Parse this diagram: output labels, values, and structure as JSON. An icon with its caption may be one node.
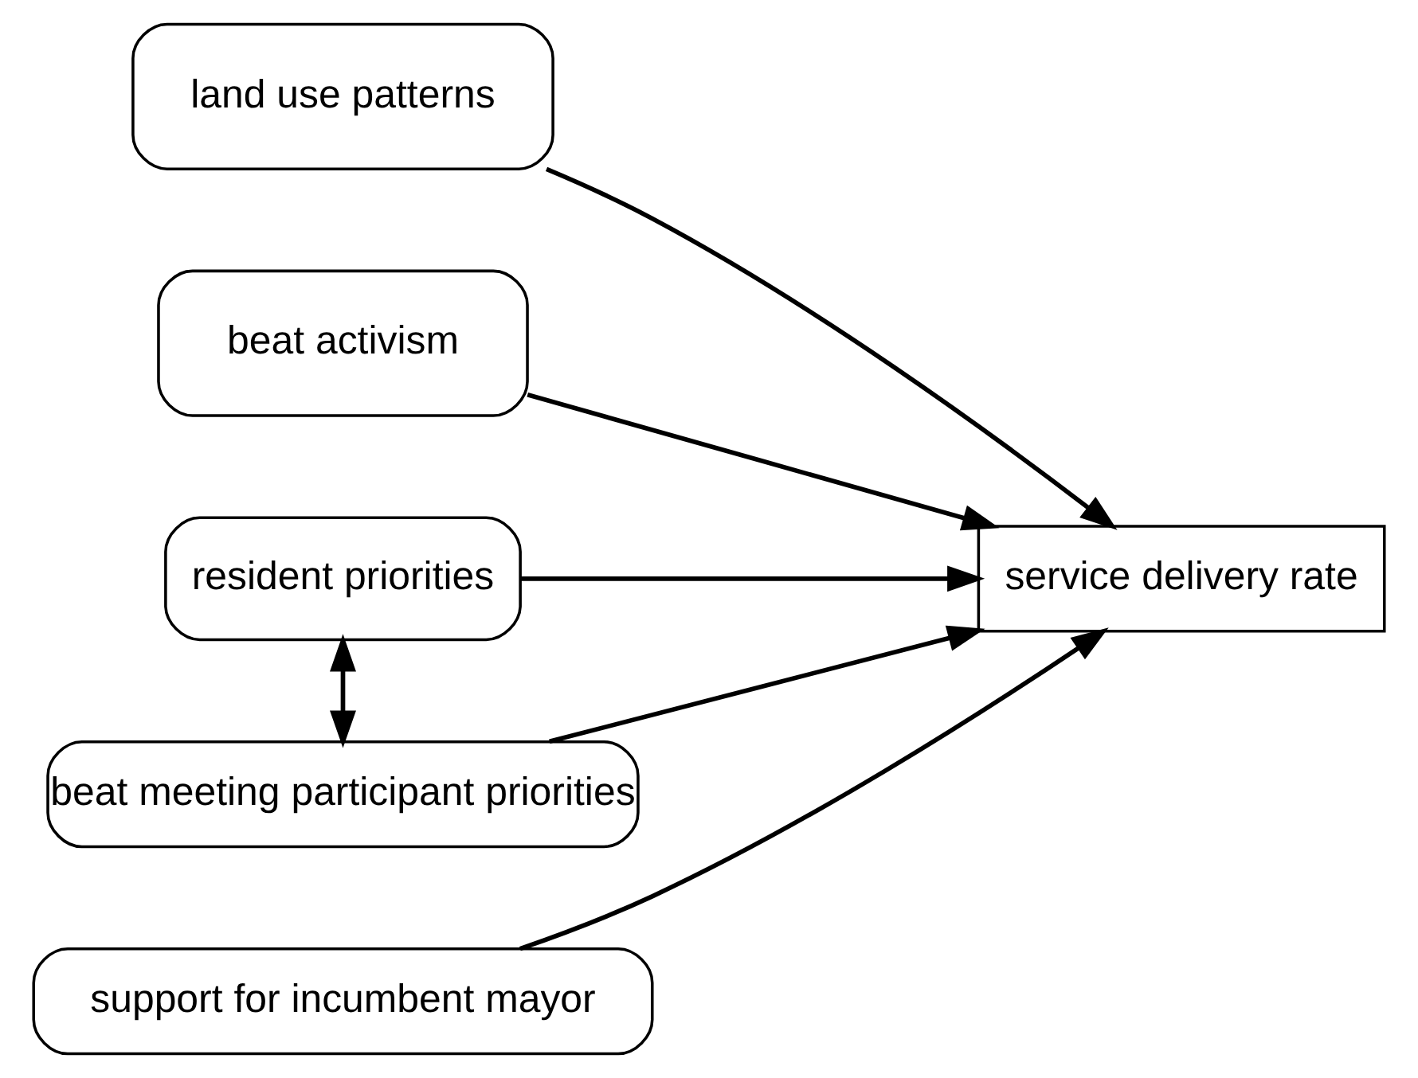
{
  "diagram": {
    "nodes": [
      {
        "text": [
          "land use patterns"
        ]
      },
      {
        "text": [
          "beat activism"
        ]
      },
      {
        "text": [
          "resident priorities"
        ]
      },
      {
        "text": [
          "service delivery rate"
        ]
      },
      {
        "text": [
          "beat meeting participant priorities"
        ]
      },
      {
        "text": [
          "support for incumbent mayor"
        ]
      }
    ],
    "edges": [
      {
        "from": 0,
        "to": 3,
        "arrow": "to"
      },
      {
        "from": 1,
        "to": 3,
        "arrow": "to"
      },
      {
        "from": 2,
        "to": 3,
        "arrow": "to"
      },
      {
        "from": 4,
        "to": 3,
        "arrow": "to"
      },
      {
        "from": 5,
        "to": 3,
        "arrow": "to"
      },
      {
        "from": 2,
        "to": 4,
        "arrow": "both"
      }
    ]
  }
}
